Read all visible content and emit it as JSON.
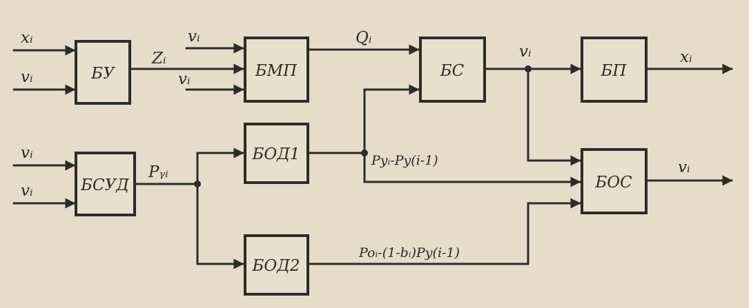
{
  "blocks": {
    "bu": "БУ",
    "bmp": "БМП",
    "bs": "БС",
    "bp": "БП",
    "bsud": "БСУД",
    "bod1": "БОД1",
    "bod2": "БОД2",
    "bos": "БОС"
  },
  "signals": {
    "bu_in_x": "xᵢ",
    "bu_in_v": "vᵢ",
    "bu_out_z": "Zᵢ",
    "bmp_in_v_top": "vᵢ",
    "bmp_in_v_bottom": "vᵢ",
    "bmp_out_q": "Qᵢ",
    "bs_out_v": "vᵢ",
    "bp_out_x": "xᵢ",
    "bsud_in_v_top": "vᵢ",
    "bsud_in_v_bottom": "vᵢ",
    "bsud_out_p": "Pᵧᵢ",
    "bod1_out": "Pyᵢ-Py(i-1)",
    "bod2_out": "Poᵢ-(1-bᵢ)Py(i-1)",
    "bos_out_v": "vᵢ"
  },
  "colors": {
    "ink": "#2b2b2b",
    "paper": "#e6dcc7"
  }
}
